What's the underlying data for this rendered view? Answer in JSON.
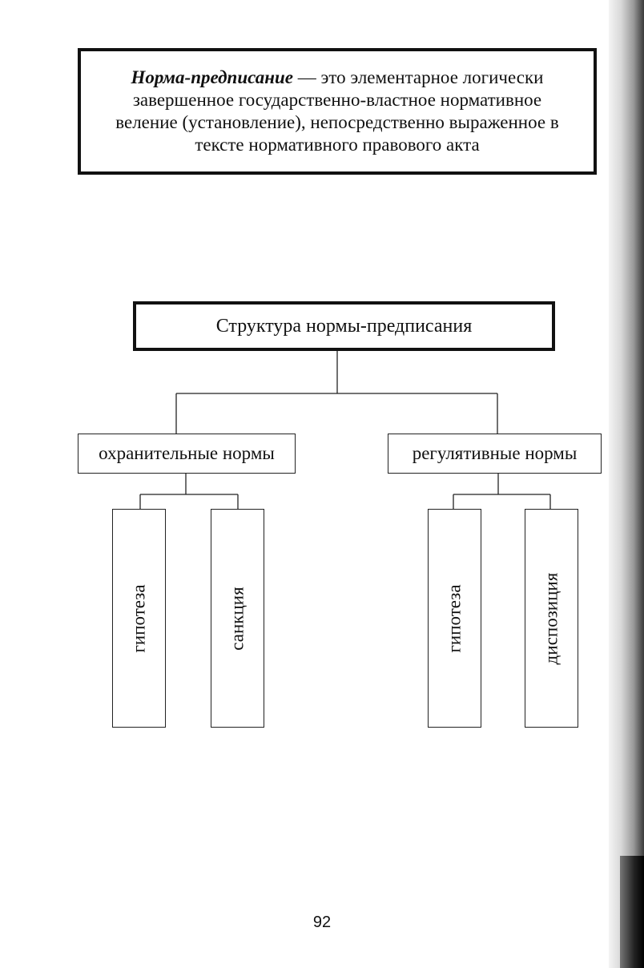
{
  "definition": {
    "term": "Норма-предписание",
    "line1_rest": " — это элементарное логически",
    "line2": "завершенное государственно-властное нормативное",
    "line3": "веление (установление), непосредственно выраженное в",
    "line4": "тексте нормативного правового акта"
  },
  "diagram": {
    "root": "Структура нормы-предписания",
    "left_branch": {
      "label": "охранительные нормы",
      "children": [
        "гипотеза",
        "санкция"
      ]
    },
    "right_branch": {
      "label": "регулятивные нормы",
      "children": [
        "гипотеза",
        "диспозиция"
      ]
    }
  },
  "page_number": "92"
}
